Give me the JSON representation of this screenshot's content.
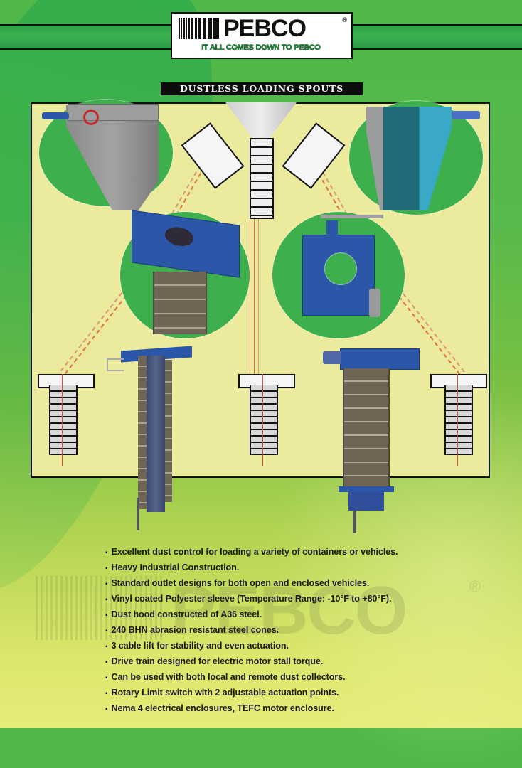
{
  "brand": {
    "logo_word": "PEBCO",
    "registered_mark": "®",
    "tagline": "IT ALL COMES DOWN TO PEBCO"
  },
  "section_title": "DUSTLESS LOADING SPOUTS",
  "colors": {
    "brand_green": "#3bb150",
    "panel_bg": "#ecea9c",
    "circle_green": "#3daf4c",
    "equipment_blue": "#2c56a8",
    "title_bar_bg": "#0c0c0c"
  },
  "illustrations": [
    {
      "name": "gray-hopper-spout-with-handwheel",
      "position": "top-left"
    },
    {
      "name": "angled-spout-drawing-left",
      "position": "top-center-left"
    },
    {
      "name": "central-hopper-cone-drawing",
      "position": "top-center"
    },
    {
      "name": "angled-spout-drawing-right",
      "position": "top-center-right"
    },
    {
      "name": "teal-hopper-spout-with-actuator",
      "position": "top-right"
    },
    {
      "name": "blue-dust-hood-with-sleeve",
      "position": "middle-left"
    },
    {
      "name": "blue-slide-gate-circular-opening",
      "position": "middle-right"
    },
    {
      "name": "retracted-spout-drawing-1",
      "position": "bottom-far-left"
    },
    {
      "name": "tall-blue-loading-spout-side",
      "position": "bottom-left"
    },
    {
      "name": "retracted-spout-drawing-2",
      "position": "bottom-center"
    },
    {
      "name": "tall-loading-spout-front",
      "position": "bottom-right"
    },
    {
      "name": "retracted-spout-drawing-3",
      "position": "bottom-far-right"
    }
  ],
  "features": [
    "Excellent dust control for loading a variety of containers or vehicles.",
    "Heavy Industrial Construction.",
    "Standard outlet designs for both open and enclosed vehicles.",
    "Vinyl coated Polyester sleeve (Temperature Range: -10°F to +80°F).",
    "Dust hood constructed of A36 steel.",
    "240 BHN abrasion resistant steel cones.",
    "3 cable lift for stability and even actuation.",
    "Drive train designed for electric motor stall torque.",
    "Can be used with both local and remote dust collectors.",
    "Rotary Limit switch with 2 adjustable actuation points.",
    "Nema 4 electrical enclosures, TEFC motor enclosure."
  ],
  "watermark": {
    "word": "PEBCO",
    "registered_mark": "®"
  }
}
